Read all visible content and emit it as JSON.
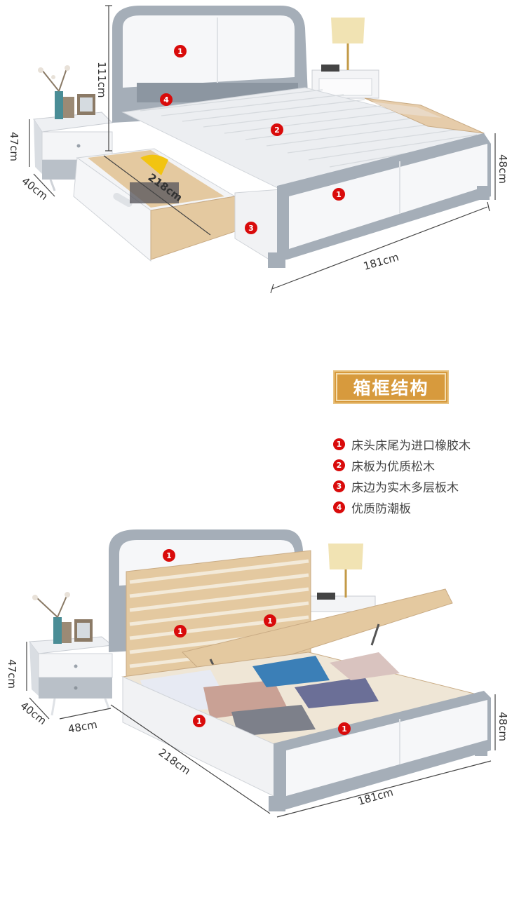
{
  "top_product": {
    "dimensions": {
      "headboard_height": "111cm",
      "nightstand_height": "47cm",
      "nightstand_depth": "40cm",
      "length": "218cm",
      "width": "181cm",
      "footboard_height": "48cm"
    },
    "markers": [
      "1",
      "4",
      "2",
      "1",
      "3"
    ]
  },
  "structure": {
    "title": "箱框结构",
    "items": [
      {
        "num": "1",
        "text": "床头床尾为进口橡胶木"
      },
      {
        "num": "2",
        "text": "床板为优质松木"
      },
      {
        "num": "3",
        "text": "床边为实木多层板木"
      },
      {
        "num": "4",
        "text": "优质防潮板"
      }
    ]
  },
  "bottom_product": {
    "dimensions": {
      "nightstand_height": "47cm",
      "nightstand_depth": "40cm",
      "nightstand_width": "48cm",
      "length": "218cm",
      "width": "181cm",
      "footboard_height": "48cm"
    },
    "markers": [
      "1",
      "1",
      "1",
      "1",
      "1"
    ]
  },
  "colors": {
    "accent": "#d79a3d",
    "marker_red": "#d90b0b",
    "frame_gray": "#a5aeb8",
    "panel_white": "#f6f7f9",
    "wood": "#e4c9a0"
  }
}
